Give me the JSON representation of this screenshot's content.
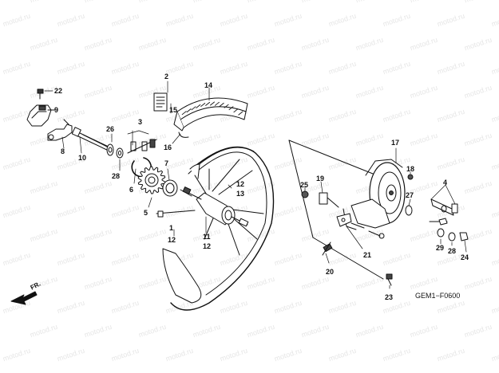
{
  "watermark_text": "motod.ru",
  "diagram_code": "GEM1−F0600",
  "front_indicator": "FR.",
  "callouts": [
    "22",
    "9",
    "8",
    "10",
    "26",
    "3",
    "28",
    "6",
    "7",
    "5",
    "2",
    "15",
    "16",
    "14",
    "12",
    "13",
    "1",
    "12",
    "11",
    "12",
    "17",
    "19",
    "25",
    "18",
    "27",
    "4",
    "29",
    "28",
    "24",
    "21",
    "20",
    "23"
  ],
  "colors": {
    "line": "#111111",
    "watermark": "#e6e6e6",
    "background": "#ffffff"
  }
}
